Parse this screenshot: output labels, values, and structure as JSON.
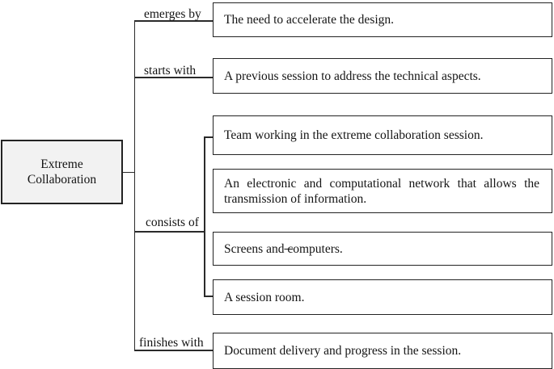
{
  "diagram": {
    "title_hint": "Extreme Collaboration concept map",
    "root_node": {
      "line1": "Extreme",
      "line2": "Collaboration"
    },
    "relations": {
      "emerges_by": "emerges by",
      "starts_with": "starts with",
      "consists_of": "consists of",
      "finishes_with": "finishes with"
    },
    "nodes": {
      "need": "The need to accelerate the design.",
      "previous_session": "A previous session to address the technical aspects.",
      "team_working": "Team working in the extreme collaboration session.",
      "network": "An electronic and computational network that allows the transmission of information.",
      "screens": {
        "pre": "Screens and",
        "struck": " c",
        "post": "omputers."
      },
      "session_room": "A session room.",
      "document_delivery": "Document delivery and progress in the session."
    },
    "colors": {
      "root_fill": "#f2f2f2",
      "leaf_fill": "#ffffff",
      "line": "#2a2a2a",
      "text": "#141414"
    }
  }
}
